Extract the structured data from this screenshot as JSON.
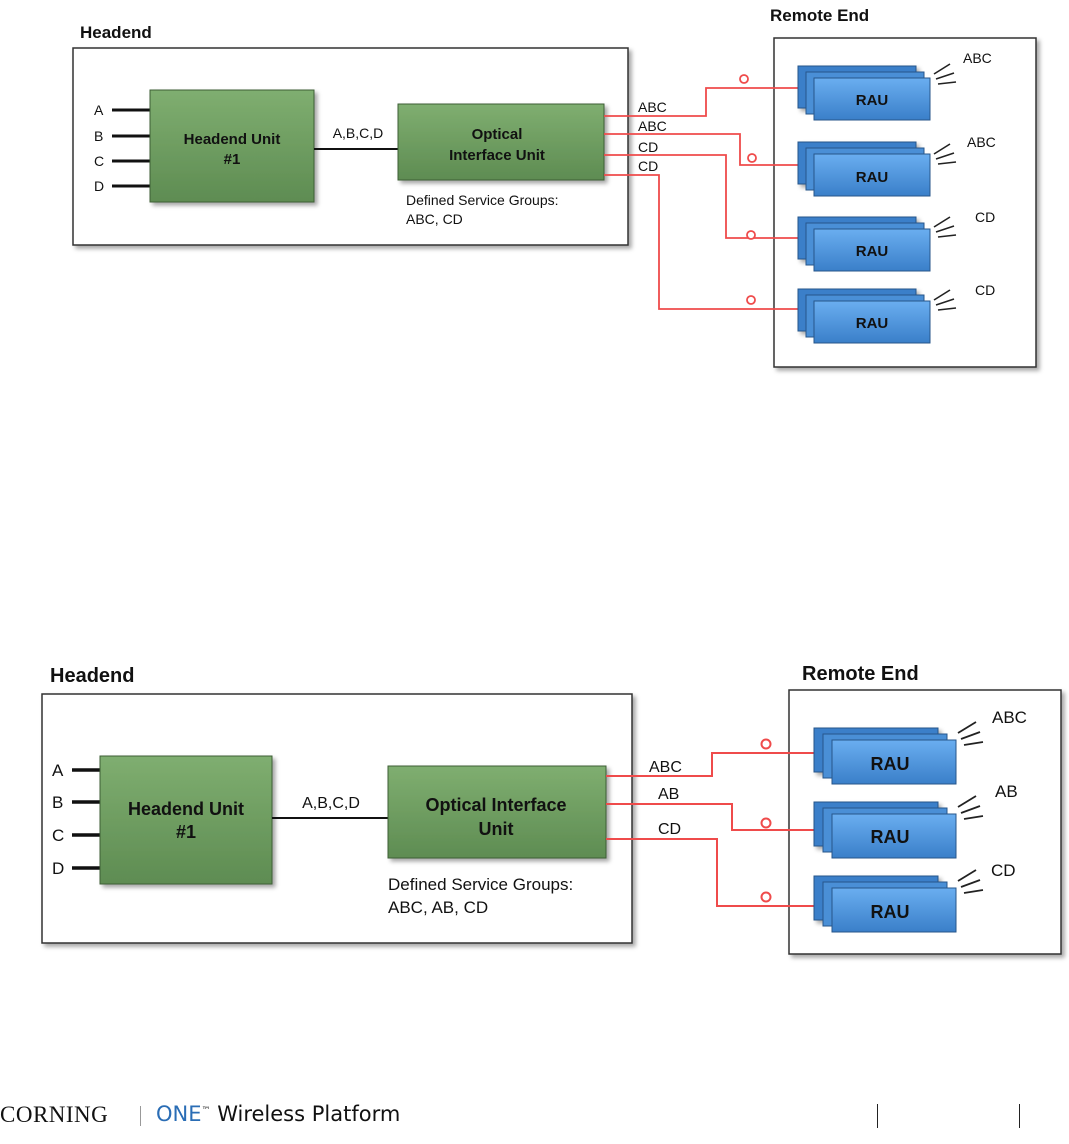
{
  "colors": {
    "green_fill": "#6c9a5e",
    "blue_fill": "#4a8fd6",
    "link_red": "#ef4b4b",
    "frame": "#333333"
  },
  "diagram1": {
    "headend_title": "Headend",
    "remote_title": "Remote End",
    "inputs": [
      "A",
      "B",
      "C",
      "D"
    ],
    "hu_line1": "Headend Unit",
    "hu_line2": "#1",
    "hu_oiu_label": "A,B,C,D",
    "oiu_line1": "Optical",
    "oiu_line2": "Interface Unit",
    "groups_line1": "Defined Service Groups:",
    "groups_line2": "ABC, CD",
    "link_labels": [
      "ABC",
      "ABC",
      "CD",
      "CD"
    ],
    "raus": [
      {
        "label": "RAU",
        "service": "ABC"
      },
      {
        "label": "RAU",
        "service": "ABC"
      },
      {
        "label": "RAU",
        "service": "CD"
      },
      {
        "label": "RAU",
        "service": "CD"
      }
    ]
  },
  "diagram2": {
    "headend_title": "Headend",
    "remote_title": "Remote End",
    "inputs": [
      "A",
      "B",
      "C",
      "D"
    ],
    "hu_line1": "Headend Unit",
    "hu_line2": "#1",
    "hu_oiu_label": "A,B,C,D",
    "oiu_line1": "Optical Interface",
    "oiu_line2": "Unit",
    "groups_line1": "Defined Service Groups:",
    "groups_line2": "ABC, AB, CD",
    "link_labels": [
      "ABC",
      "AB",
      "CD"
    ],
    "raus": [
      {
        "label": "RAU",
        "service": "ABC"
      },
      {
        "label": "RAU",
        "service": "AB"
      },
      {
        "label": "RAU",
        "service": "CD"
      }
    ]
  },
  "footer": {
    "brand": "CORNING",
    "product_one": "ONE",
    "product_tm": "™",
    "product_rest": " Wireless Platform"
  }
}
